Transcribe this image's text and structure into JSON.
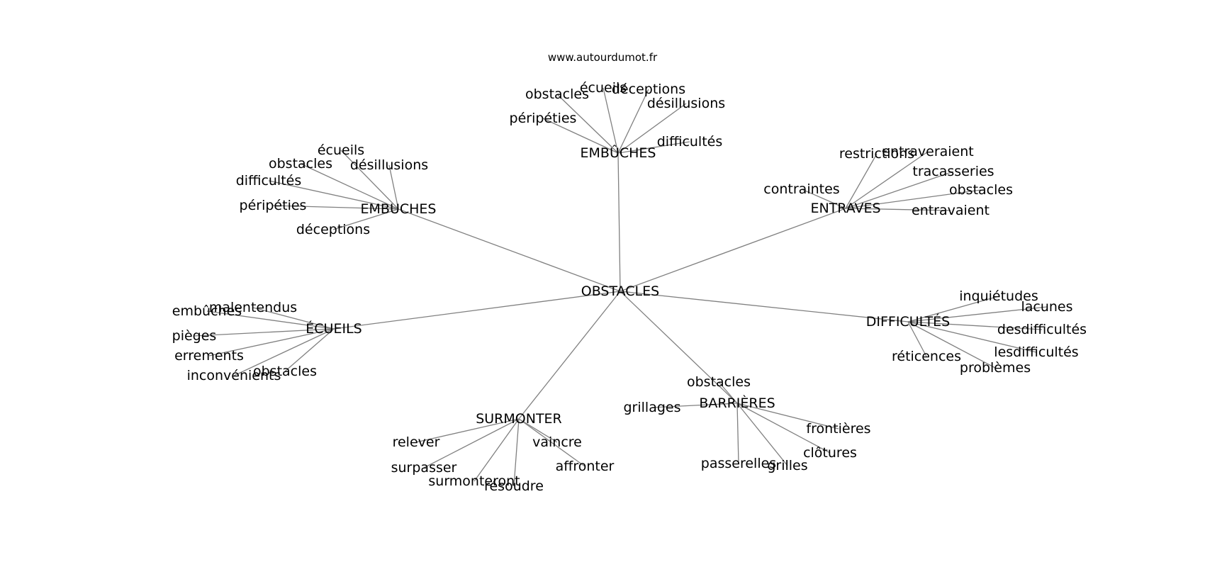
{
  "source": "www.autourdumot.fr",
  "center": "OBSTACLES",
  "clusters": [
    {
      "id": "c1",
      "label": "EMBÛCHES",
      "words": [
        "obstacles",
        "écueils",
        "déceptions",
        "désillusions",
        "péripéties",
        "difficultés"
      ]
    },
    {
      "id": "c2",
      "label": "EMBUCHES",
      "words": [
        "écueils",
        "obstacles",
        "désillusions",
        "difficultés",
        "péripéties",
        "déceptions"
      ]
    },
    {
      "id": "c3",
      "label": "ENTRAVES",
      "words": [
        "restrictions",
        "entraveraient",
        "tracasseries",
        "contraintes",
        "obstacles",
        "entravaient"
      ]
    },
    {
      "id": "c4",
      "label": "ÉCUEILS",
      "words": [
        "malentendus",
        "embûches",
        "pièges",
        "errements",
        "inconvénients",
        "obstacles"
      ]
    },
    {
      "id": "c5",
      "label": "DIFFICULTÉS",
      "words": [
        "inquiétudes",
        "lacunes",
        "desdifficultés",
        "lesdifficultés",
        "réticences",
        "problèmes"
      ]
    },
    {
      "id": "c6",
      "label": "BARRIÈRES",
      "words": [
        "obstacles",
        "grillages",
        "frontières",
        "clôtures",
        "passerelles",
        "grilles"
      ]
    },
    {
      "id": "c7",
      "label": "SURMONTER",
      "words": [
        "relever",
        "vaincre",
        "surpasser",
        "affronter",
        "surmonteront",
        "résoudre"
      ]
    }
  ]
}
